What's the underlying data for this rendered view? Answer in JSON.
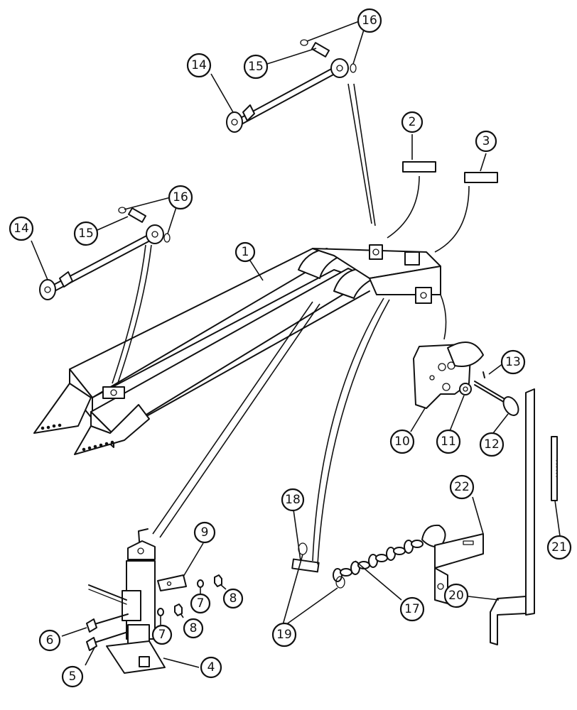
{
  "callouts": [
    {
      "id": "c1",
      "label": "1"
    },
    {
      "id": "c2",
      "label": "2"
    },
    {
      "id": "c3",
      "label": "3"
    },
    {
      "id": "c4",
      "label": "4"
    },
    {
      "id": "c5",
      "label": "5"
    },
    {
      "id": "c6",
      "label": "6"
    },
    {
      "id": "c7a",
      "label": "7"
    },
    {
      "id": "c7b",
      "label": "7"
    },
    {
      "id": "c8a",
      "label": "8"
    },
    {
      "id": "c8b",
      "label": "8"
    },
    {
      "id": "c9",
      "label": "9"
    },
    {
      "id": "c10",
      "label": "10"
    },
    {
      "id": "c11",
      "label": "11"
    },
    {
      "id": "c12",
      "label": "12"
    },
    {
      "id": "c13",
      "label": "13"
    },
    {
      "id": "c14a",
      "label": "14"
    },
    {
      "id": "c14b",
      "label": "14"
    },
    {
      "id": "c15a",
      "label": "15"
    },
    {
      "id": "c15b",
      "label": "15"
    },
    {
      "id": "c16a",
      "label": "16"
    },
    {
      "id": "c16b",
      "label": "16"
    },
    {
      "id": "c17",
      "label": "17"
    },
    {
      "id": "c18",
      "label": "18"
    },
    {
      "id": "c19",
      "label": "19"
    },
    {
      "id": "c20",
      "label": "20"
    },
    {
      "id": "c21",
      "label": "21"
    },
    {
      "id": "c22",
      "label": "22"
    }
  ]
}
